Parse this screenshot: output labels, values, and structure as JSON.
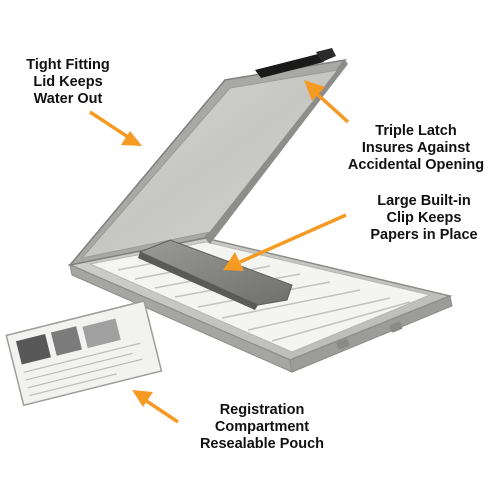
{
  "callouts": {
    "lid": {
      "lines": [
        "Tight Fitting",
        "Lid Keeps",
        "Water Out"
      ]
    },
    "latch": {
      "lines": [
        "Triple Latch",
        "Insures Against",
        "Accidental Opening"
      ]
    },
    "clip": {
      "lines": [
        "Large Built-in",
        "Clip Keeps",
        "Papers in Place"
      ]
    },
    "pouch": {
      "lines": [
        "Registration",
        "Compartment",
        "Resealable Pouch"
      ]
    }
  },
  "colors": {
    "arrow": "#F59A23",
    "aluminum_light": "#E4E4E2",
    "aluminum_mid": "#BDBDBA",
    "aluminum_dark": "#8C8C89",
    "latch": "#1A1A1A",
    "clip": "#7E7E7B",
    "paper": "#F4F4F1",
    "text": "#111111"
  },
  "icons": {
    "product": "aluminum-clipboard-storage-box",
    "latch": "latch-icon",
    "clip": "paper-clip-bar-icon",
    "pouch": "resealable-pouch-icon",
    "arrows": "orange-arrow-icon"
  }
}
